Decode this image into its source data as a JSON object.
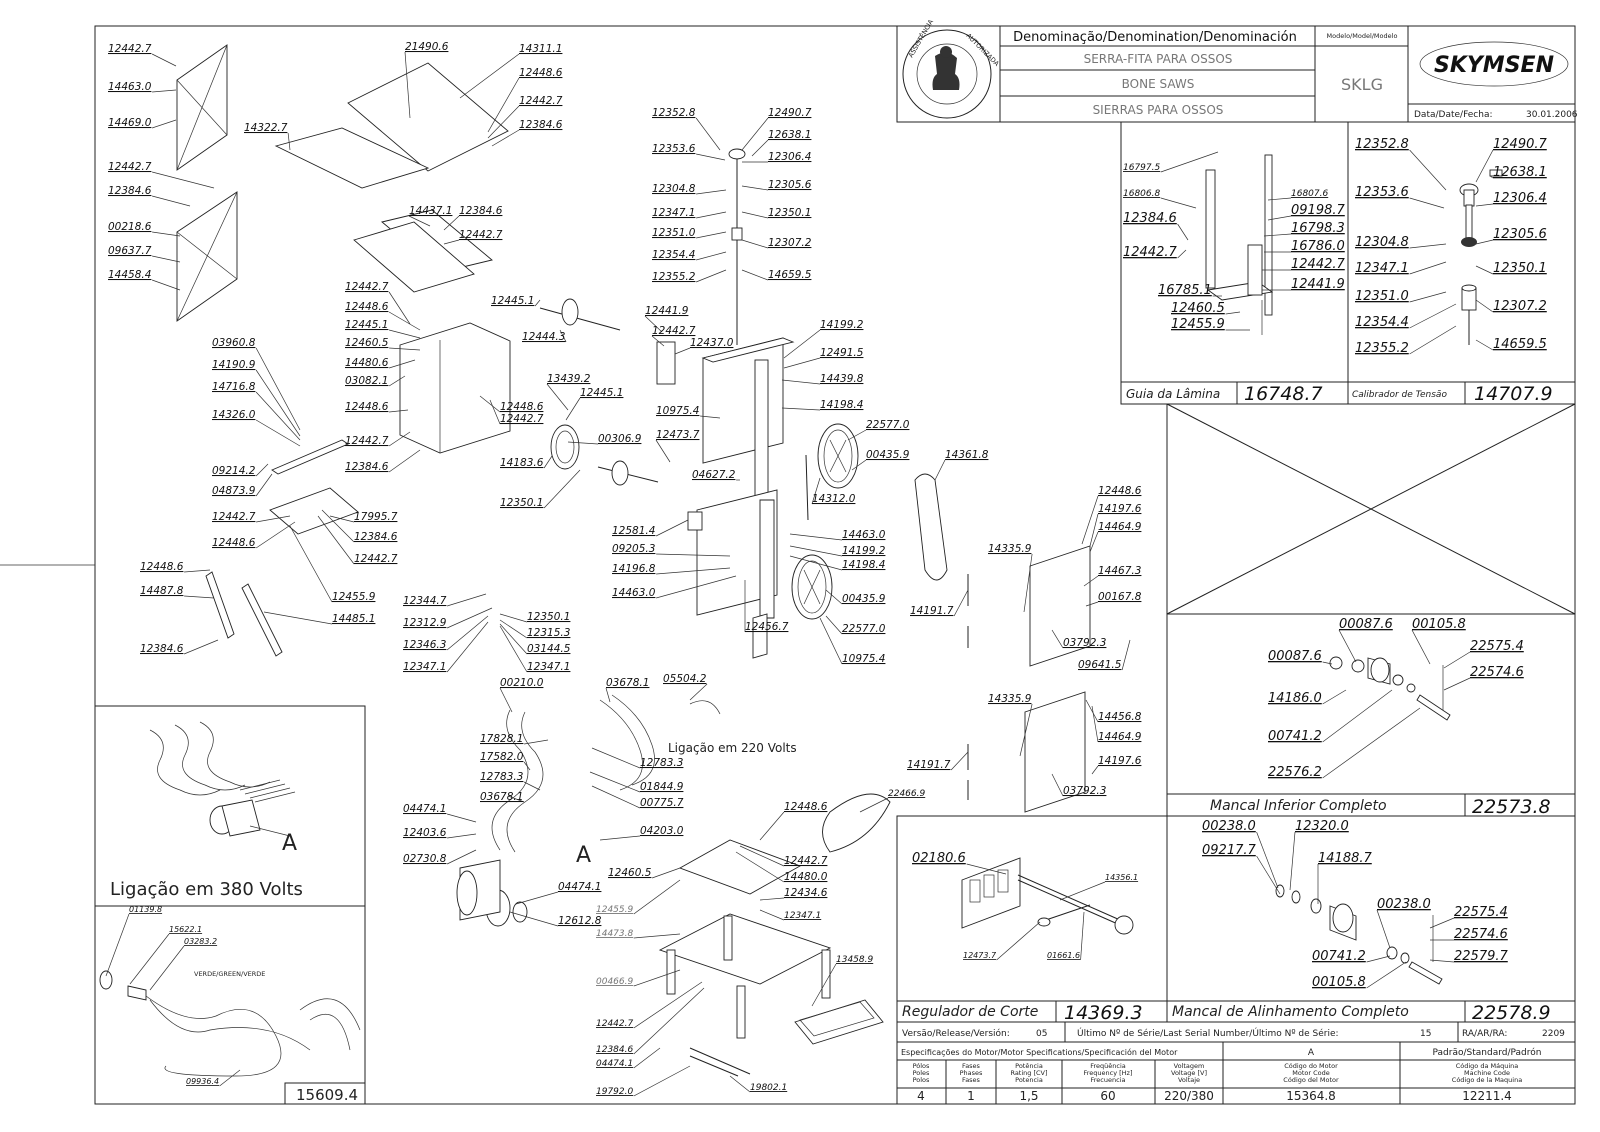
{
  "title_block": {
    "denomination_header": "Denominação/Denomination/Denominación",
    "model_header": "Modelo/Model/Modelo",
    "name_pt": "SERRA-FITA PARA OSSOS",
    "name_en": "BONE SAWS",
    "name_es": "SIERRAS PARA OSSOS",
    "model": "SKLG",
    "brand": "SKYMSEN",
    "date_label": "Data/Date/Fecha:",
    "date": "30.01.2006",
    "stamp_text": "ASSISTÊNCIA TÉCNICA AUTORIZADA"
  },
  "release": {
    "label": "Versão/Release/Versión:",
    "value": "05",
    "serial_label": "Último Nº de Série/Last Serial Number/Último Nº de Série:",
    "serial_value": "15",
    "ra_label": "RA/AR/RA:",
    "ra_value": "2209"
  },
  "motor_specs": {
    "header": "Especificações do Motor/Motor Specifications/Specificación del Motor",
    "code_col": "A",
    "standard_col": "Padrão/Standard/Padrón",
    "columns": [
      [
        "Pólos",
        "Poles",
        "Polos"
      ],
      [
        "Fases",
        "Phases",
        "Fases"
      ],
      [
        "Potência",
        "Rating [CV]",
        "Potencia"
      ],
      [
        "Freqüência",
        "Frequency [Hz]",
        "Frecuencia"
      ],
      [
        "Voltagem",
        "Voltage [V]",
        "Voltaje"
      ],
      [
        "Código do Motor",
        "Motor Code",
        "Código del Motor"
      ],
      [
        "Código da Máquina",
        "Machine Code",
        "Código de la Maquina"
      ]
    ],
    "values": [
      "4",
      "1",
      "1,5",
      "60",
      "220/380",
      "15364.8",
      "12211.4"
    ]
  },
  "sections": {
    "blade_guide": {
      "label": "Guia da Lâmina",
      "code": "16748.7"
    },
    "tension_gauge": {
      "label": "Calibrador de Tensão",
      "code": "14707.9"
    },
    "lower_bearing": {
      "label": "Mancal Inferior Completo",
      "code": "22573.8"
    },
    "cut_regulator": {
      "label": "Regulador de Corte",
      "code": "14369.3"
    },
    "alignment_bearing": {
      "label": "Mancal de Alinhamento Completo",
      "code": "22578.9"
    },
    "wiring_380": {
      "label": "Ligação em 380 Volts"
    },
    "wiring_220": {
      "label": "Ligação em 220 Volts"
    },
    "cord": {
      "code": "15609.4",
      "wire_label": "VERDE/GREEN/VERDE"
    },
    "motor_letter": "A"
  },
  "part_labels": [
    "12442.7",
    "14463.0",
    "14469.0",
    "12442.7",
    "12384.6",
    "00218.6",
    "09637.7",
    "14458.4",
    "21490.6",
    "14311.1",
    "12448.6",
    "12442.7",
    "12384.6",
    "14322.7",
    "14437.1",
    "12384.6",
    "12442.7",
    "12352.8",
    "12490.7",
    "12638.1",
    "12353.6",
    "12306.4",
    "12304.8",
    "12305.6",
    "12347.1",
    "12350.1",
    "12351.0",
    "12307.2",
    "12354.4",
    "12355.2",
    "14659.5",
    "12445.1",
    "12444.3",
    "12441.9",
    "12442.7",
    "12437.0",
    "12442.7",
    "12448.6",
    "12445.1",
    "12460.5",
    "14480.6",
    "03082.1",
    "12448.6",
    "12442.7",
    "12384.6",
    "12448.6",
    "12442.7",
    "03960.8",
    "14190.9",
    "14716.8",
    "14326.0",
    "09214.2",
    "04873.9",
    "12442.7",
    "12448.6",
    "17995.7",
    "12384.6",
    "12442.7",
    "12455.9",
    "13439.2",
    "12445.1",
    "00306.9",
    "14183.6",
    "12350.1",
    "12473.7",
    "10975.4",
    "14199.2",
    "12491.5",
    "14439.8",
    "14198.4",
    "22577.0",
    "00435.9",
    "14361.8",
    "14312.0",
    "04627.2",
    "12581.4",
    "09205.3",
    "14196.8",
    "14463.0",
    "12456.7",
    "14463.0",
    "14199.2",
    "14198.4",
    "00435.9",
    "22577.0",
    "10975.4",
    "12448.6",
    "14487.8",
    "12384.6",
    "14485.1",
    "12344.7",
    "12312.9",
    "12346.3",
    "12347.1",
    "12350.1",
    "12315.3",
    "03144.5",
    "12347.1",
    "12448.6",
    "14197.6",
    "14464.9",
    "14335.9",
    "14467.3",
    "00167.8",
    "14191.7",
    "03792.3",
    "09641.5",
    "14335.9",
    "14456.8",
    "14464.9",
    "14197.6",
    "14191.7",
    "03792.3",
    "00210.0",
    "03678.1",
    "05504.2",
    "17828.1",
    "12783.3",
    "17582.0",
    "01844.9",
    "12783.3",
    "00775.7",
    "03678.1",
    "04474.1",
    "12403.6",
    "02730.8",
    "04203.0",
    "04474.1",
    "12612.8",
    "12448.6",
    "12442.7",
    "14480.0",
    "12460.5",
    "12434.6",
    "12347.1",
    "12455.9",
    "14473.8",
    "00466.9",
    "12442.7",
    "12384.6",
    "13458.9",
    "04474.1",
    "19792.0",
    "19802.1",
    "22466.9",
    "16797.5",
    "16806.8",
    "16807.6",
    "09198.7",
    "16798.3",
    "12384.6",
    "16786.0",
    "12442.7",
    "12442.7",
    "16785.1",
    "12441.9",
    "12460.5",
    "12455.9",
    "12352.8",
    "12490.7",
    "12638.1",
    "12353.6",
    "12306.4",
    "12304.8",
    "12305.6",
    "12347.1",
    "12350.1",
    "12351.0",
    "12307.2",
    "12354.4",
    "12355.2",
    "14659.5",
    "00087.6",
    "00105.8",
    "22575.4",
    "00087.6",
    "22574.6",
    "14186.0",
    "00741.2",
    "22576.2",
    "00238.0",
    "12320.0",
    "09217.7",
    "14188.7",
    "00238.0",
    "22575.4",
    "22574.6",
    "00741.2",
    "22579.7",
    "00105.8",
    "02180.6",
    "14356.1",
    "12473.7",
    "01661.6",
    "01139.8",
    "15622.1",
    "03283.2",
    "09936.4"
  ]
}
